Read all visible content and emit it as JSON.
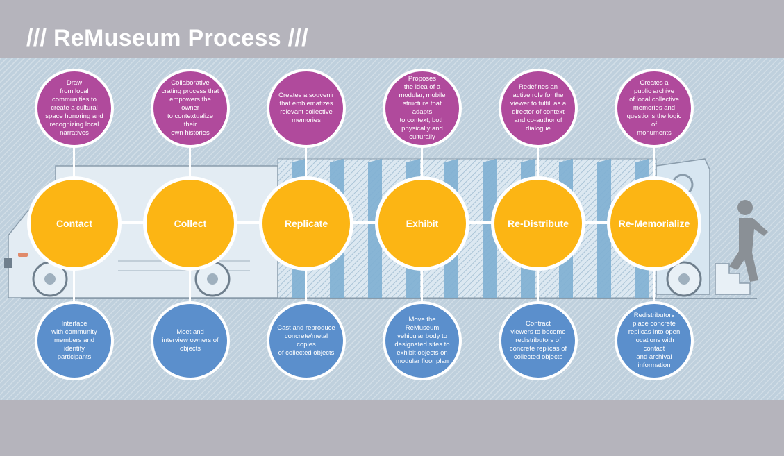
{
  "title": "/// ReMuseum Process ///",
  "colors": {
    "background": "#b5b4bc",
    "panel": "#bfd0dd",
    "step": "#fcb514",
    "purpose": "#b04a9c",
    "action": "#5b8fcc"
  },
  "steps": [
    {
      "label": "Contact",
      "purpose": "Draw\nfrom local\ncommunities to\ncreate a cultural\nspace honoring and\nrecognizing local\nnarratives",
      "action": "Interface\nwith community\nmembers and identify\nparticipants"
    },
    {
      "label": "Collect",
      "purpose": "Collaborative\ncrating process that\nempowers the owner\nto contextualize their\nown histories",
      "action": "Meet and\ninterview owners of\nobjects"
    },
    {
      "label": "Replicate",
      "purpose": "Creates a souvenir\nthat emblematizes\nrelevant collective\nmemories",
      "action": "Cast and reproduce\nconcrete/metal copies\nof collected objects"
    },
    {
      "label": "Exhibit",
      "purpose": "Proposes\nthe idea of a\nmodular, mobile\nstructure that adapts\nto context, both\nphysically and\nculturally",
      "action": "Move the\nReMuseum\nvehicular body to\ndesignated sites to\nexhibit objects on\nmodular floor plan"
    },
    {
      "label": "Re-Distribute",
      "purpose": "Redefines an\nactive role for the\nviewer to fulfill as a\ndirector of context\nand co-author of\ndialogue",
      "action": "Contract\nviewers to become\nredistributors of\nconcrete replicas of\ncollected objects"
    },
    {
      "label": "Re-Memorialize",
      "purpose": "Creates a\npublic archive\nof local collective\nmemories and\nquestions the logic of\nmonuments",
      "action": "Redistributors\nplace concrete\nreplicas into open\nlocations with contact\nand archival\ninformation"
    }
  ]
}
